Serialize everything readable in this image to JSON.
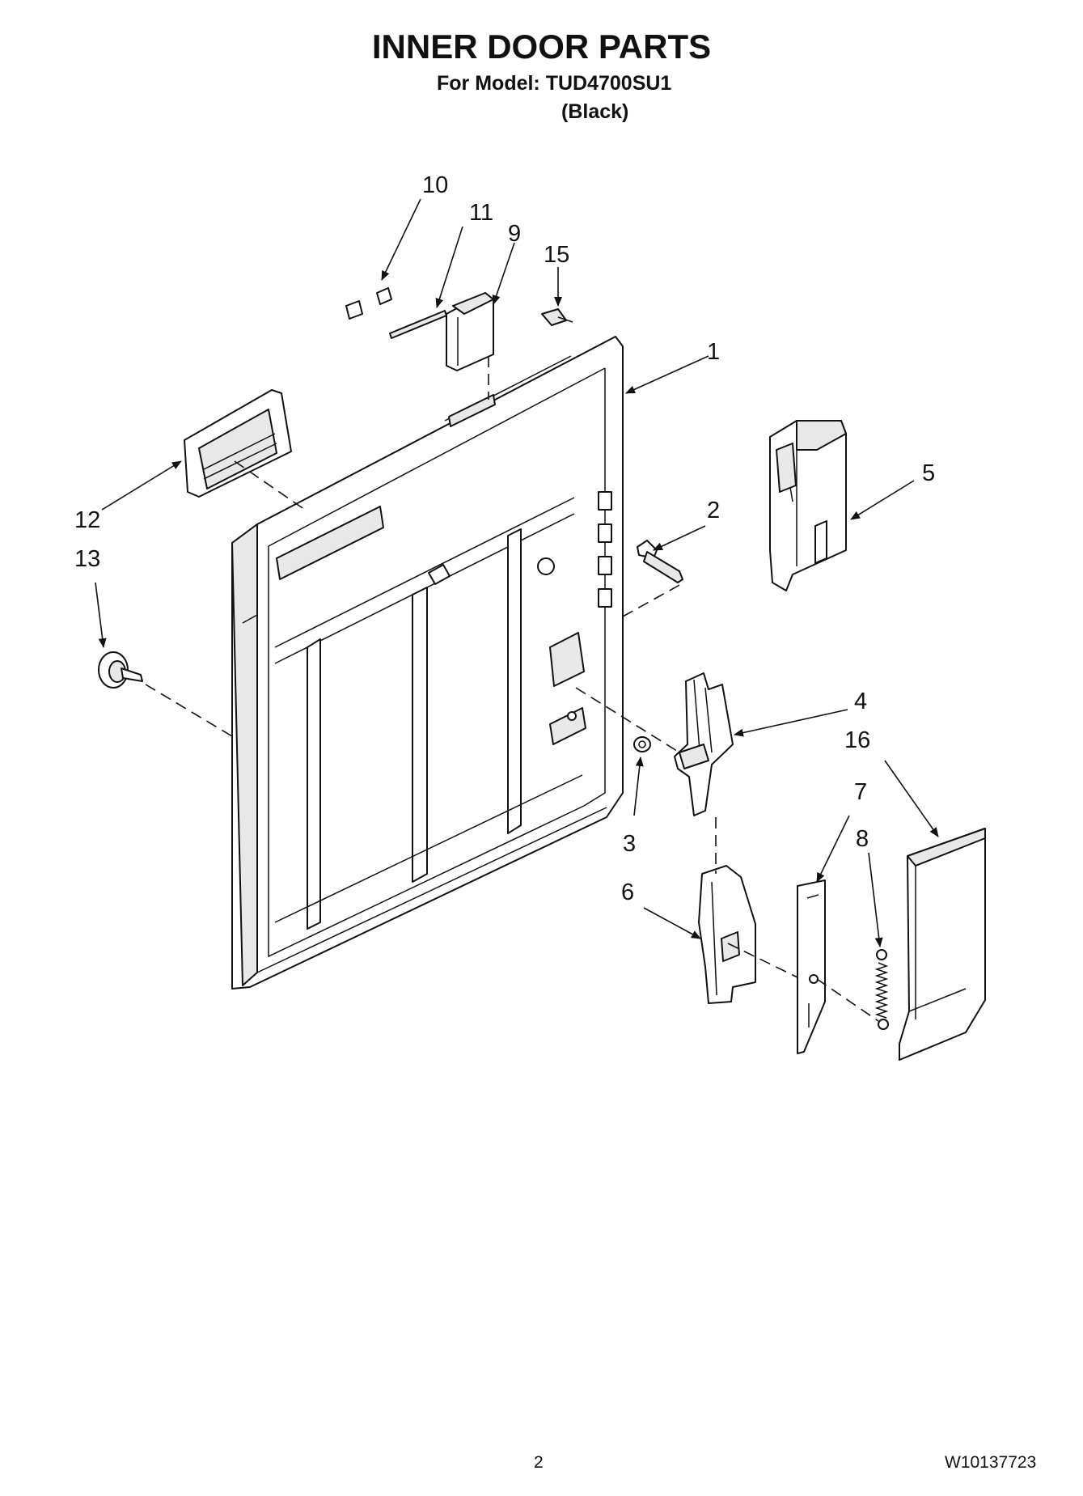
{
  "header": {
    "title": "INNER DOOR PARTS",
    "model_line": "For Model: TUD4700SU1",
    "variant": "(Black)"
  },
  "callouts": [
    "1",
    "2",
    "3",
    "4",
    "5",
    "6",
    "7",
    "8",
    "9",
    "10",
    "11",
    "12",
    "13",
    "15",
    "16"
  ],
  "footer": {
    "page_number": "2",
    "document_number": "W10137723"
  }
}
